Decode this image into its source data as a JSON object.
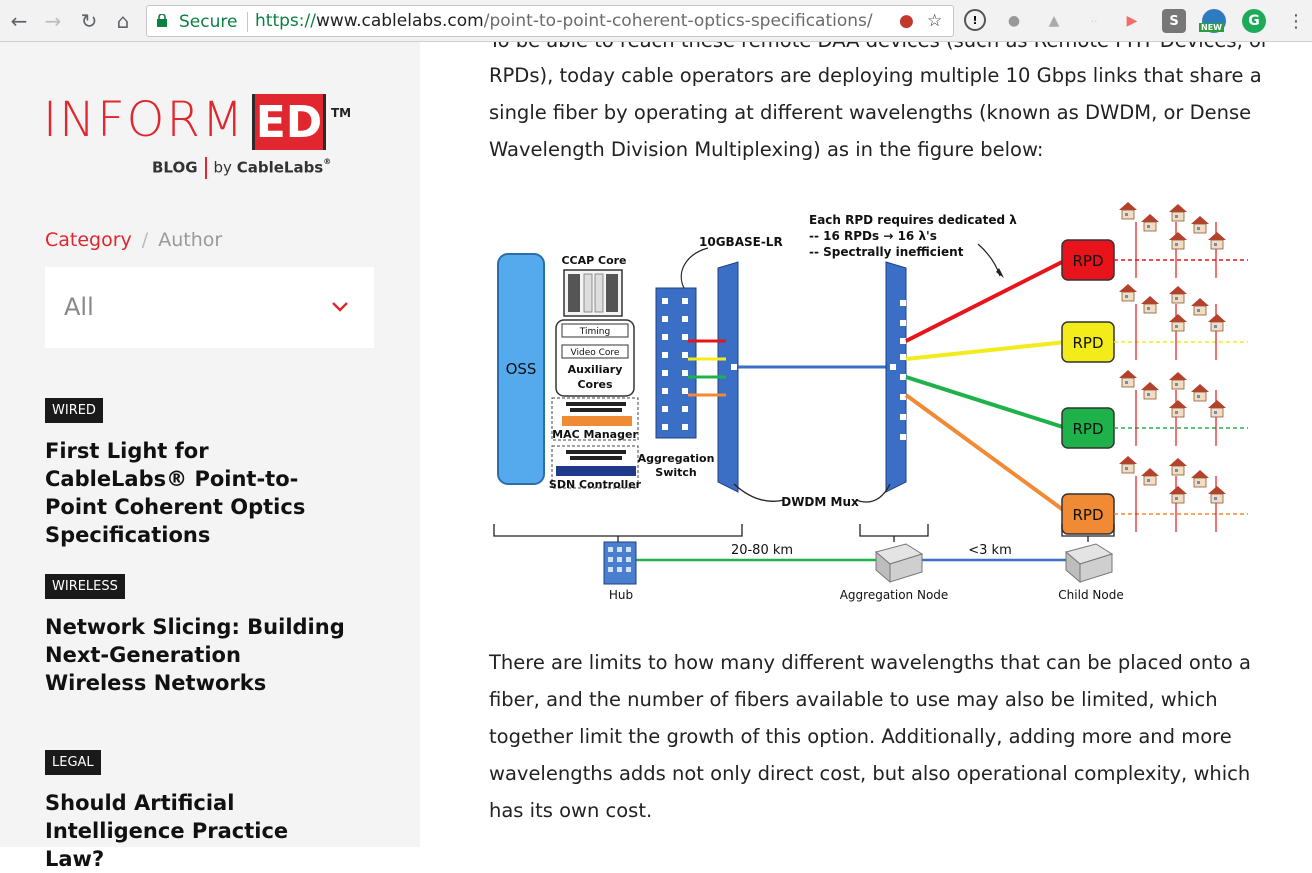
{
  "browser": {
    "secure_label": "Secure",
    "url_scheme": "https://",
    "url_host": "www.cablelabs.com",
    "url_path": "/point-to-point-coherent-optics-specifications/",
    "ext_new_badge": "NEW"
  },
  "logo": {
    "word": "INFORM",
    "highlight": "ED",
    "tm": "TM",
    "blog": "BLOG",
    "by": "by ",
    "brand": "CableLabs",
    "brand_mark": "®"
  },
  "filters": {
    "active": "Category",
    "separator": "/",
    "inactive": "Author",
    "select_value": "All"
  },
  "posts": [
    {
      "tag": "WIRED",
      "title": "First Light for CableLabs® Point-to-Point Coherent Optics Specifications"
    },
    {
      "tag": "WIRELESS",
      "title": "Network Slicing: Building Next-Generation Wireless Networks"
    },
    {
      "tag": "LEGAL",
      "title": "Should Artificial Intelligence Practice Law?"
    }
  ],
  "article": {
    "para_top_partial": "To be able to reach these remote DAA devices (such as Remote PHY Devices, or",
    "para_top": "RPDs), today cable operators are deploying multiple 10 Gbps links that share a single fiber by operating at different wavelengths (known as DWDM, or Dense Wavelength Division Multiplexing) as in the figure below:",
    "para_bottom": "There are limits to how many different wavelengths that can be placed onto a fiber, and the number of fibers available to use may also be limited, which together limit the growth of this option. Additionally, adding more and more wavelengths adds not only direct cost, but also operational complexity, which has its own cost."
  },
  "figure": {
    "oss": "OSS",
    "ccap_core": "CCAP Core",
    "timing": "Timing",
    "video_core": "Video Core",
    "auxiliary": "Auxiliary",
    "cores": "Cores",
    "mac_manager": "MAC Manager",
    "sdn_controller": "SDN Controller",
    "link_label": "10GBASE-LR",
    "agg_switch_1": "Aggregation",
    "agg_switch_2": "Switch",
    "note_1": "Each RPD requires dedicated λ",
    "note_2": "-- 16 RPDs → 16 λ's",
    "note_3": "-- Spectrally inefficient",
    "dwdm_mux": "DWDM Mux",
    "rpd": "RPD",
    "dist_hub": "20-80 km",
    "dist_child": "<3 km",
    "hub": "Hub",
    "agg_node": "Aggregation Node",
    "child_node": "Child Node",
    "colors": {
      "red": "#e8141b",
      "yellow": "#f2ec1b",
      "green": "#20b24a",
      "orange": "#f08a34",
      "blue": "#3b6fc6",
      "oss": "#55aaee"
    }
  }
}
